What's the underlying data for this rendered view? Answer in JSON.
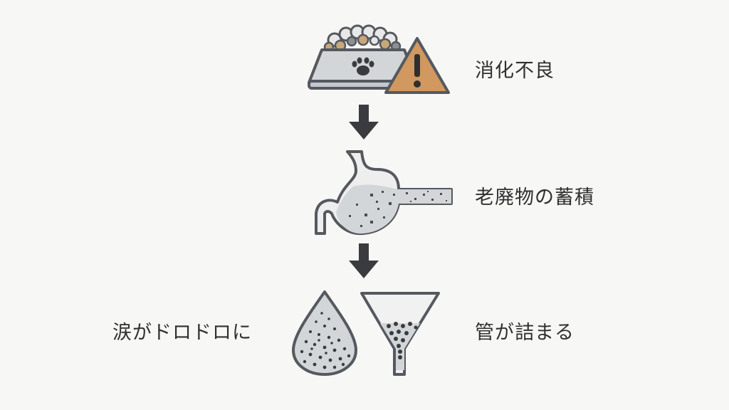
{
  "steps": {
    "indigestion": {
      "label": "消化不良",
      "icons": [
        "pet-food-bowl-icon",
        "warning-icon"
      ]
    },
    "waste_accumulation": {
      "label": "老廃物の蓄積",
      "icons": [
        "stomach-intestine-icon"
      ]
    },
    "duct_clogging": {
      "label": "管が詰まる",
      "icons": [
        "funnel-icon"
      ]
    },
    "thick_tears": {
      "label": "涙がドロドロに",
      "icons": [
        "teardrop-icon"
      ]
    }
  },
  "colors": {
    "outline": "#55595f",
    "fill_gray": "#d3d6d9",
    "arrow": "#3a3b3e",
    "warning": "#d1985f",
    "dots": "#4a4c50"
  }
}
